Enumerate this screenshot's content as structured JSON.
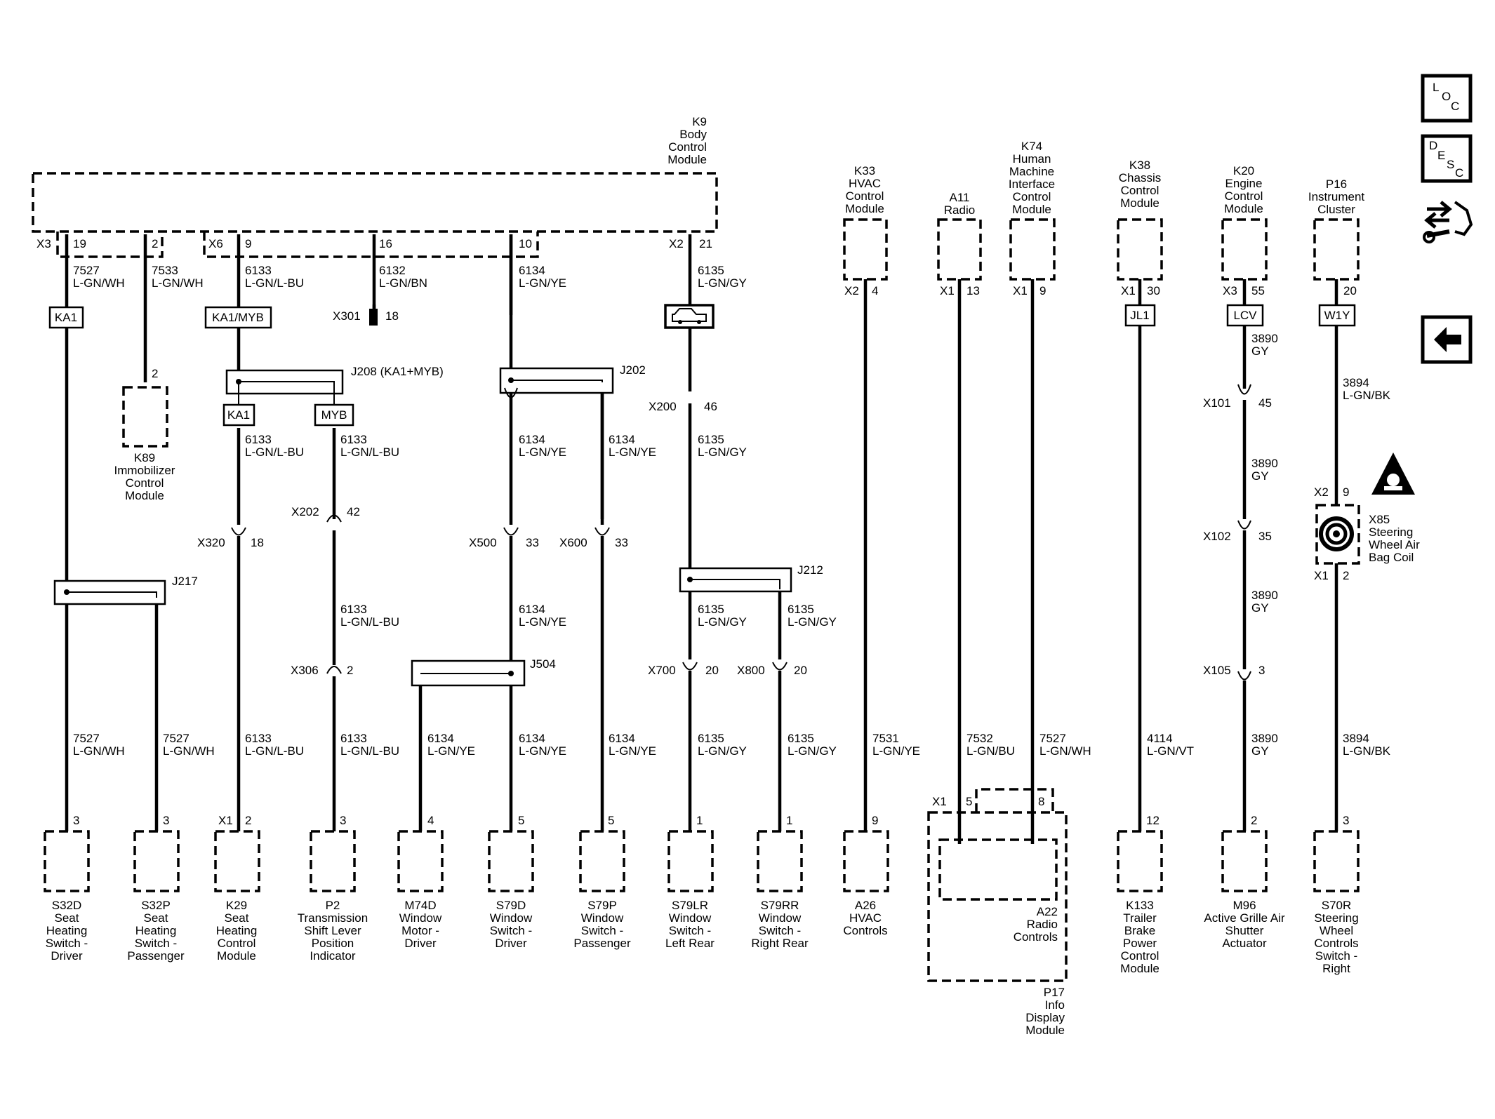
{
  "modules": {
    "k9": {
      "lines": [
        "K9",
        "Body",
        "Control",
        "Module"
      ]
    },
    "k33": {
      "lines": [
        "K33",
        "HVAC",
        "Control",
        "Module"
      ]
    },
    "a11": {
      "lines": [
        "A11",
        "Radio"
      ]
    },
    "k74": {
      "lines": [
        "K74",
        "Human",
        "Machine",
        "Interface",
        "Control",
        "Module"
      ]
    },
    "k38": {
      "lines": [
        "K38",
        "Chassis",
        "Control",
        "Module"
      ]
    },
    "k20": {
      "lines": [
        "K20",
        "Engine",
        "Control",
        "Module"
      ]
    },
    "p16": {
      "lines": [
        "P16",
        "Instrument",
        "Cluster"
      ]
    },
    "k89": {
      "lines": [
        "K89",
        "Immobilizer",
        "Control",
        "Module"
      ]
    },
    "s32d": {
      "lines": [
        "S32D",
        "Seat",
        "Heating",
        "Switch -",
        "Driver"
      ]
    },
    "s32p": {
      "lines": [
        "S32P",
        "Seat",
        "Heating",
        "Switch -",
        "Passenger"
      ]
    },
    "k29": {
      "lines": [
        "K29",
        "Seat",
        "Heating",
        "Control",
        "Module"
      ]
    },
    "p2": {
      "lines": [
        "P2",
        "Transmission",
        "Shift Lever",
        "Position",
        "Indicator"
      ]
    },
    "m74d": {
      "lines": [
        "M74D",
        "Window",
        "Motor -",
        "Driver"
      ]
    },
    "s79d": {
      "lines": [
        "S79D",
        "Window",
        "Switch -",
        "Driver"
      ]
    },
    "s79p": {
      "lines": [
        "S79P",
        "Window",
        "Switch -",
        "Passenger"
      ]
    },
    "s79lr": {
      "lines": [
        "S79LR",
        "Window",
        "Switch -",
        "Left Rear"
      ]
    },
    "s79rr": {
      "lines": [
        "S79RR",
        "Window",
        "Switch -",
        "Right Rear"
      ]
    },
    "a26": {
      "lines": [
        "A26",
        "HVAC",
        "Controls"
      ]
    },
    "a22": {
      "lines": [
        "A22",
        "Radio",
        "Controls"
      ]
    },
    "p17": {
      "lines": [
        "P17",
        "Info",
        "Display",
        "Module"
      ]
    },
    "k133": {
      "lines": [
        "K133",
        "Trailer",
        "Brake",
        "Power",
        "Control",
        "Module"
      ]
    },
    "m96": {
      "lines": [
        "M96",
        "Active Grille Air",
        "Shutter",
        "Actuator"
      ]
    },
    "s70r": {
      "lines": [
        "S70R",
        "Steering",
        "Wheel",
        "Controls",
        "Switch -",
        "Right"
      ]
    },
    "x85": {
      "lines": [
        "X85",
        "Steering",
        "Wheel Air",
        "Bag Coil"
      ]
    }
  },
  "connectors": {
    "k9_x3": "X3",
    "k9_19": "19",
    "k9_2": "2",
    "k9_x6": "X6",
    "k9_9": "9",
    "k9_16": "16",
    "k9_10": "10",
    "k9_x2": "X2",
    "k9_21": "21",
    "k33_x2": "X2",
    "k33_4": "4",
    "a11_x1": "X1",
    "a11_13": "13",
    "k74_x1": "X1",
    "k74_9": "9",
    "k38_x1": "X1",
    "k38_30": "30",
    "k20_x3": "X3",
    "k20_55": "55",
    "p16_20": "20",
    "x301": "X301",
    "x301_pin": "18",
    "k89_pin": "2",
    "x200": "X200",
    "x200_pin": "46",
    "x101": "X101",
    "x101_pin": "45",
    "x202": "X202",
    "x202_pin": "42",
    "x320": "X320",
    "x320_pin": "18",
    "x500": "X500",
    "x500_pin": "33",
    "x600": "X600",
    "x600_pin": "33",
    "x102": "X102",
    "x102_pin": "35",
    "x306": "X306",
    "x306_pin": "2",
    "x700": "X700",
    "x700_pin": "20",
    "x800": "X800",
    "x800_pin": "20",
    "x105": "X105",
    "x105_pin": "3",
    "x85_x2": "X2",
    "x85_9": "9",
    "x85_x1": "X1",
    "x85_2": "2",
    "s32d_pin": "3",
    "s32p_pin": "3",
    "k29_x1": "X1",
    "k29_pin": "2",
    "p2_pin": "3",
    "m74d_pin": "4",
    "s79d_pin": "5",
    "s79p_pin": "5",
    "s79lr_pin": "1",
    "s79rr_pin": "1",
    "a26_pin": "9",
    "a22_x1": "X1",
    "a22_5": "5",
    "a22_8": "8",
    "k133_pin": "12",
    "m96_pin": "2",
    "s70r_pin": "3"
  },
  "splices": {
    "j208": "J208  (KA1+MYB)",
    "j202": "J202",
    "j217": "J217",
    "j212": "J212",
    "j504": "J504"
  },
  "tags": {
    "ka1_a": "KA1",
    "ka1myb": "KA1/MYB",
    "ka1_b": "KA1",
    "myb": "MYB",
    "jl1": "JL1",
    "lcv": "LCV",
    "w1y": "W1Y"
  },
  "wires": {
    "w7527_top": [
      "7527",
      "L-GN/WH"
    ],
    "w7533": [
      "7533",
      "L-GN/WH"
    ],
    "w6133_top": [
      "6133",
      "L-GN/L-BU"
    ],
    "w6132": [
      "6132",
      "L-GN/BN"
    ],
    "w6134_top": [
      "6134",
      "L-GN/YE"
    ],
    "w6135_top": [
      "6135",
      "L-GN/GY"
    ],
    "w3890_a": [
      "3890",
      "GY"
    ],
    "w3894_top": [
      "3894",
      "L-GN/BK"
    ],
    "w6133_ka1": [
      "6133",
      "L-GN/L-BU"
    ],
    "w6133_myb": [
      "6133",
      "L-GN/L-BU"
    ],
    "w6134_j202a": [
      "6134",
      "L-GN/YE"
    ],
    "w6134_j202b": [
      "6134",
      "L-GN/YE"
    ],
    "w6135_mid": [
      "6135",
      "L-GN/GY"
    ],
    "w3890_b": [
      "3890",
      "GY"
    ],
    "w6133_p2mid": [
      "6133",
      "L-GN/L-BU"
    ],
    "w6134_mid": [
      "6134",
      "L-GN/YE"
    ],
    "w6135_j212a": [
      "6135",
      "L-GN/GY"
    ],
    "w6135_j212b": [
      "6135",
      "L-GN/GY"
    ],
    "w3890_c": [
      "3890",
      "GY"
    ],
    "b7527_a": [
      "7527",
      "L-GN/WH"
    ],
    "b7527_b": [
      "7527",
      "L-GN/WH"
    ],
    "b6133_k29": [
      "6133",
      "L-GN/L-BU"
    ],
    "b6133_p2": [
      "6133",
      "L-GN/L-BU"
    ],
    "b6134_m74d": [
      "6134",
      "L-GN/YE"
    ],
    "b6134_s79d": [
      "6134",
      "L-GN/YE"
    ],
    "b6134_s79p": [
      "6134",
      "L-GN/YE"
    ],
    "b6135_lr": [
      "6135",
      "L-GN/GY"
    ],
    "b6135_rr": [
      "6135",
      "L-GN/GY"
    ],
    "b7531": [
      "7531",
      "L-GN/YE"
    ],
    "b7532": [
      "7532",
      "L-GN/BU"
    ],
    "b7527_k74": [
      "7527",
      "L-GN/WH"
    ],
    "b4114": [
      "4114",
      "L-GN/VT"
    ],
    "b3890": [
      "3890",
      "GY"
    ],
    "b3894": [
      "3894",
      "L-GN/BK"
    ]
  },
  "nav": {
    "loc": [
      "L",
      "O",
      "C"
    ],
    "desc": [
      "D",
      "E",
      "S",
      "C"
    ]
  }
}
